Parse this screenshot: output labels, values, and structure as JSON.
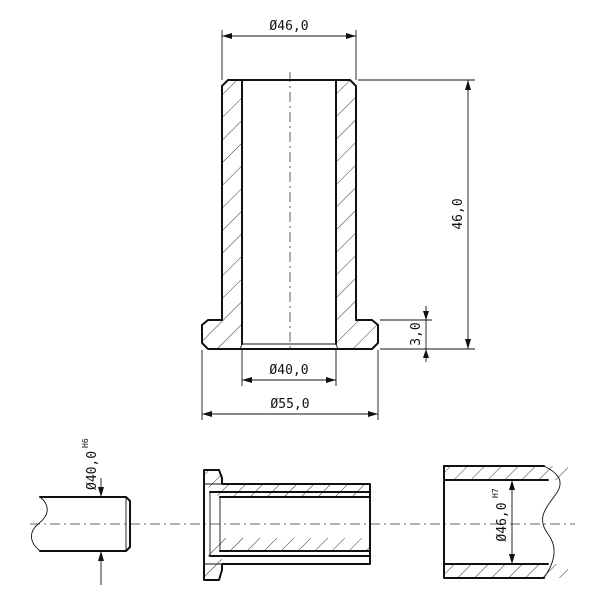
{
  "dimensions": {
    "flange_outer_diameter": "Ø55,0",
    "sleeve_outer_diameter": "Ø46,0",
    "bore_diameter": "Ø40,0",
    "overall_length": "46,0",
    "flange_thickness": "3,0"
  },
  "fits": {
    "shaft": {
      "nominal": "Ø40,0",
      "tolerance": "H6"
    },
    "housing": {
      "nominal": "Ø46,0",
      "tolerance": "H7"
    }
  },
  "colors": {
    "line": "#111111",
    "background": "#ffffff"
  }
}
